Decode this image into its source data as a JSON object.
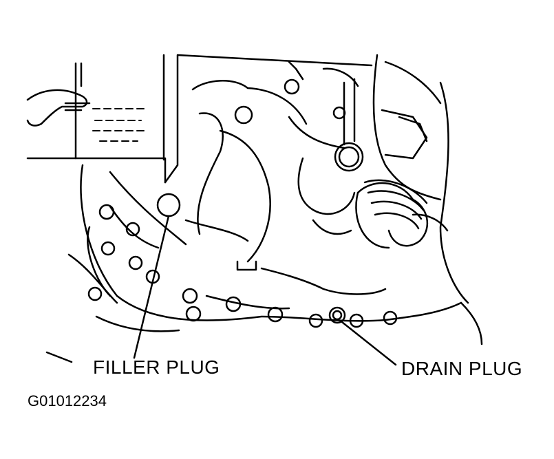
{
  "labels": {
    "filler_plug": "FILLER PLUG",
    "drain_plug": "DRAIN PLUG"
  },
  "figure_id": "G01012234",
  "colors": {
    "line": "#000000",
    "background": "#ffffff"
  }
}
